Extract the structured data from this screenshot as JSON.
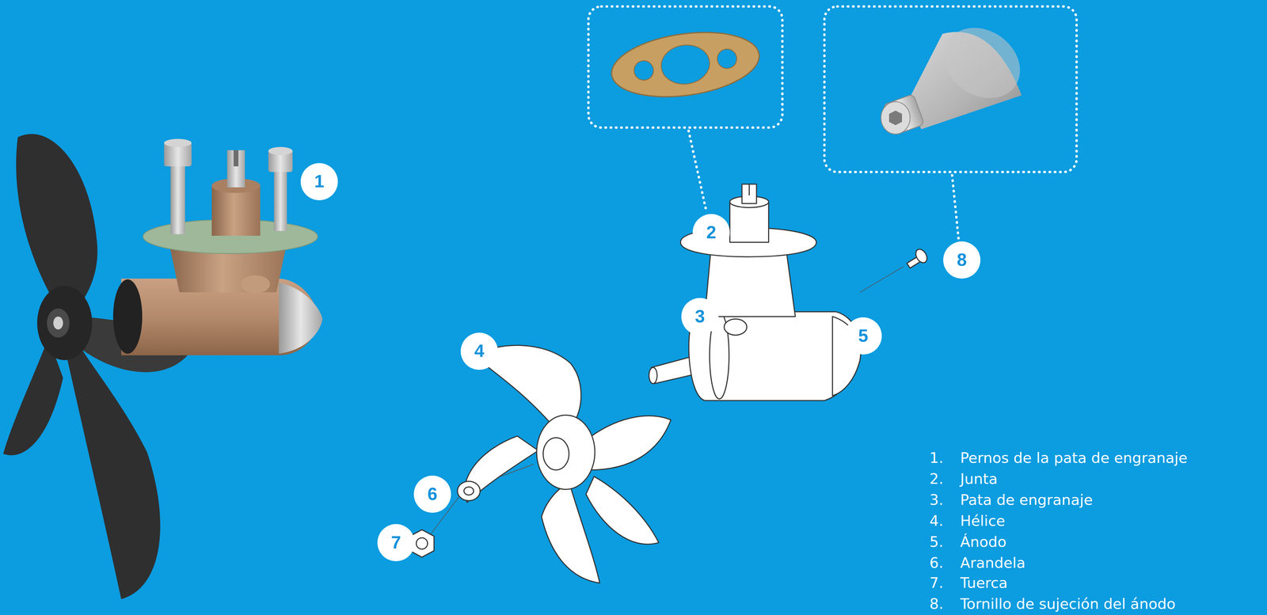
{
  "diagram": {
    "nodes": [
      {
        "text": [
          "1"
        ]
      },
      {
        "text": [
          "2"
        ]
      },
      {
        "text": [
          "3"
        ]
      },
      {
        "text": [
          "4"
        ]
      },
      {
        "text": [
          "5"
        ]
      },
      {
        "text": [
          "6"
        ]
      },
      {
        "text": [
          "7"
        ]
      },
      {
        "text": [
          "8"
        ]
      }
    ],
    "labels": [
      "1.",
      "Pernos de la pata de engranaje",
      "2.",
      "Junta",
      "3.",
      "Pata de engranaje",
      "4.",
      "Hélice",
      "5.",
      "Ánodo",
      "6.",
      "Arandela",
      "7.",
      "Tuerca",
      "8.",
      "Tornillo de sujeción del ánodo"
    ]
  }
}
